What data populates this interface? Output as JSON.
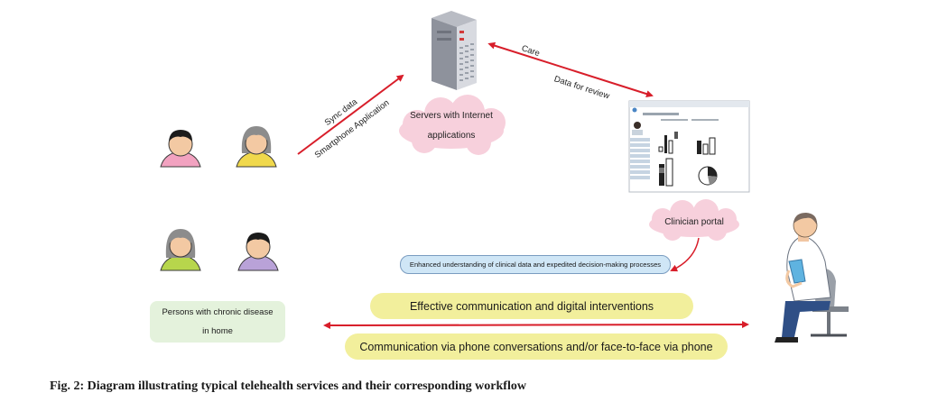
{
  "nodes": {
    "server": {
      "label_line1": "Servers with Internet",
      "label_line2": "applications"
    },
    "clinician_portal": {
      "label": "Clinician portal"
    },
    "patients": {
      "label_line1": "Persons with chronic disease",
      "label_line2": "in home"
    }
  },
  "arrows": {
    "sync": {
      "label_top": "Sync data",
      "label_bottom": "Smartphone Application"
    },
    "care": {
      "label_top": "Care",
      "label_bottom": "Data for review"
    }
  },
  "boxes": {
    "understanding": "Enhanced understanding of clinical data and expedited decision-making processes",
    "effective": "Effective communication and digital interventions",
    "phone": "Communication via phone conversations and/or face-to-face via phone"
  },
  "caption": "Fig. 2: Diagram illustrating typical telehealth services and their corresponding workflow",
  "colors": {
    "arrow": "#d81e2a",
    "cloud": "#f7d0dc",
    "pill_yellow": "#f2ef9c",
    "pill_blue": "#cfe6f6",
    "patient_box": "#e4f2dc"
  }
}
